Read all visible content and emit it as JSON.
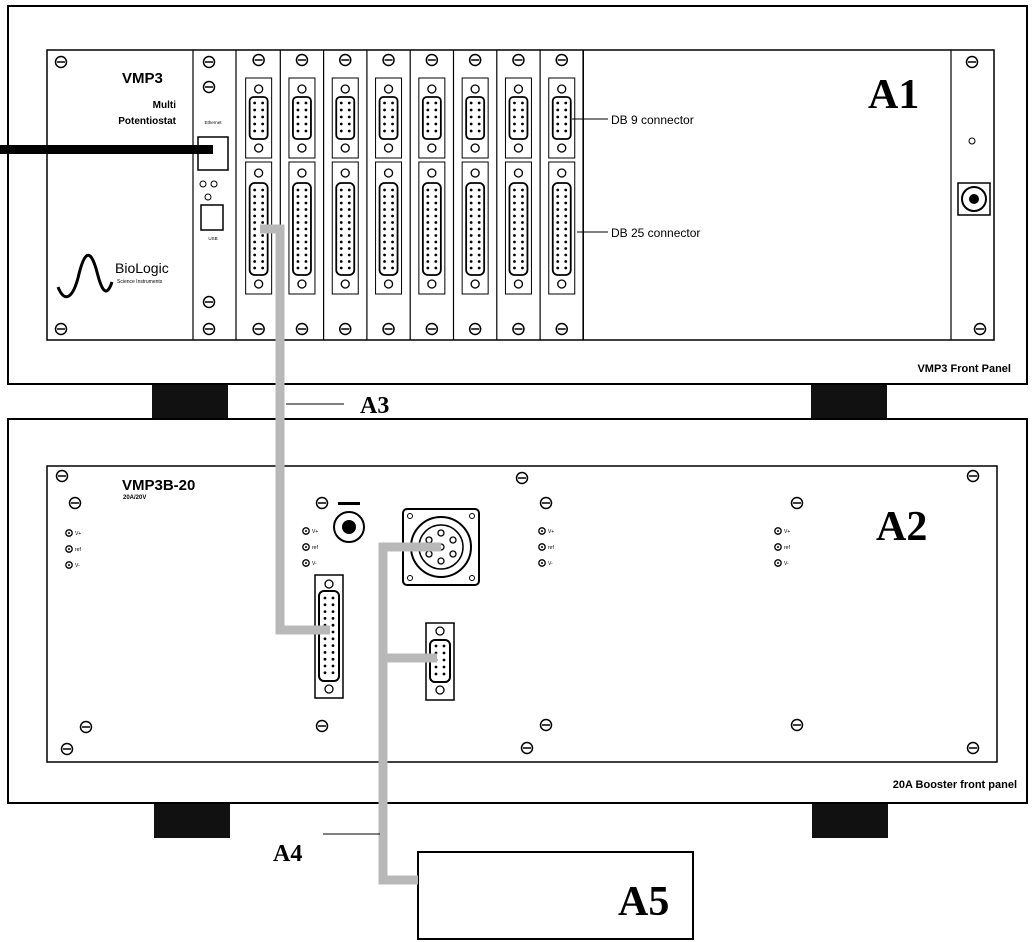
{
  "a1": {
    "title": "VMP3",
    "subtitle_1": "Multi",
    "subtitle_2": "Potentiostat",
    "brand": "BioLogic",
    "brand_tagline": "Science Instruments",
    "panel_label": "VMP3 Front Panel",
    "tag": "A1",
    "db9_label": "DB 9 connector",
    "db25_label": "DB 25 connector",
    "ctrl_labels": [
      "Ethernet",
      "USB"
    ],
    "channel_count": 8
  },
  "a2": {
    "title": "VMP3B-20",
    "rating": "20A/20V",
    "panel_label": "20A Booster front panel",
    "tag": "A2",
    "led_labels": [
      "V+",
      "ref",
      "V-"
    ]
  },
  "a3": {
    "tag": "A3"
  },
  "a4": {
    "tag": "A4"
  },
  "a5": {
    "tag": "A5"
  },
  "colors": {
    "cable": "#b8b8b8",
    "outline": "#000000",
    "foot": "#111111"
  }
}
